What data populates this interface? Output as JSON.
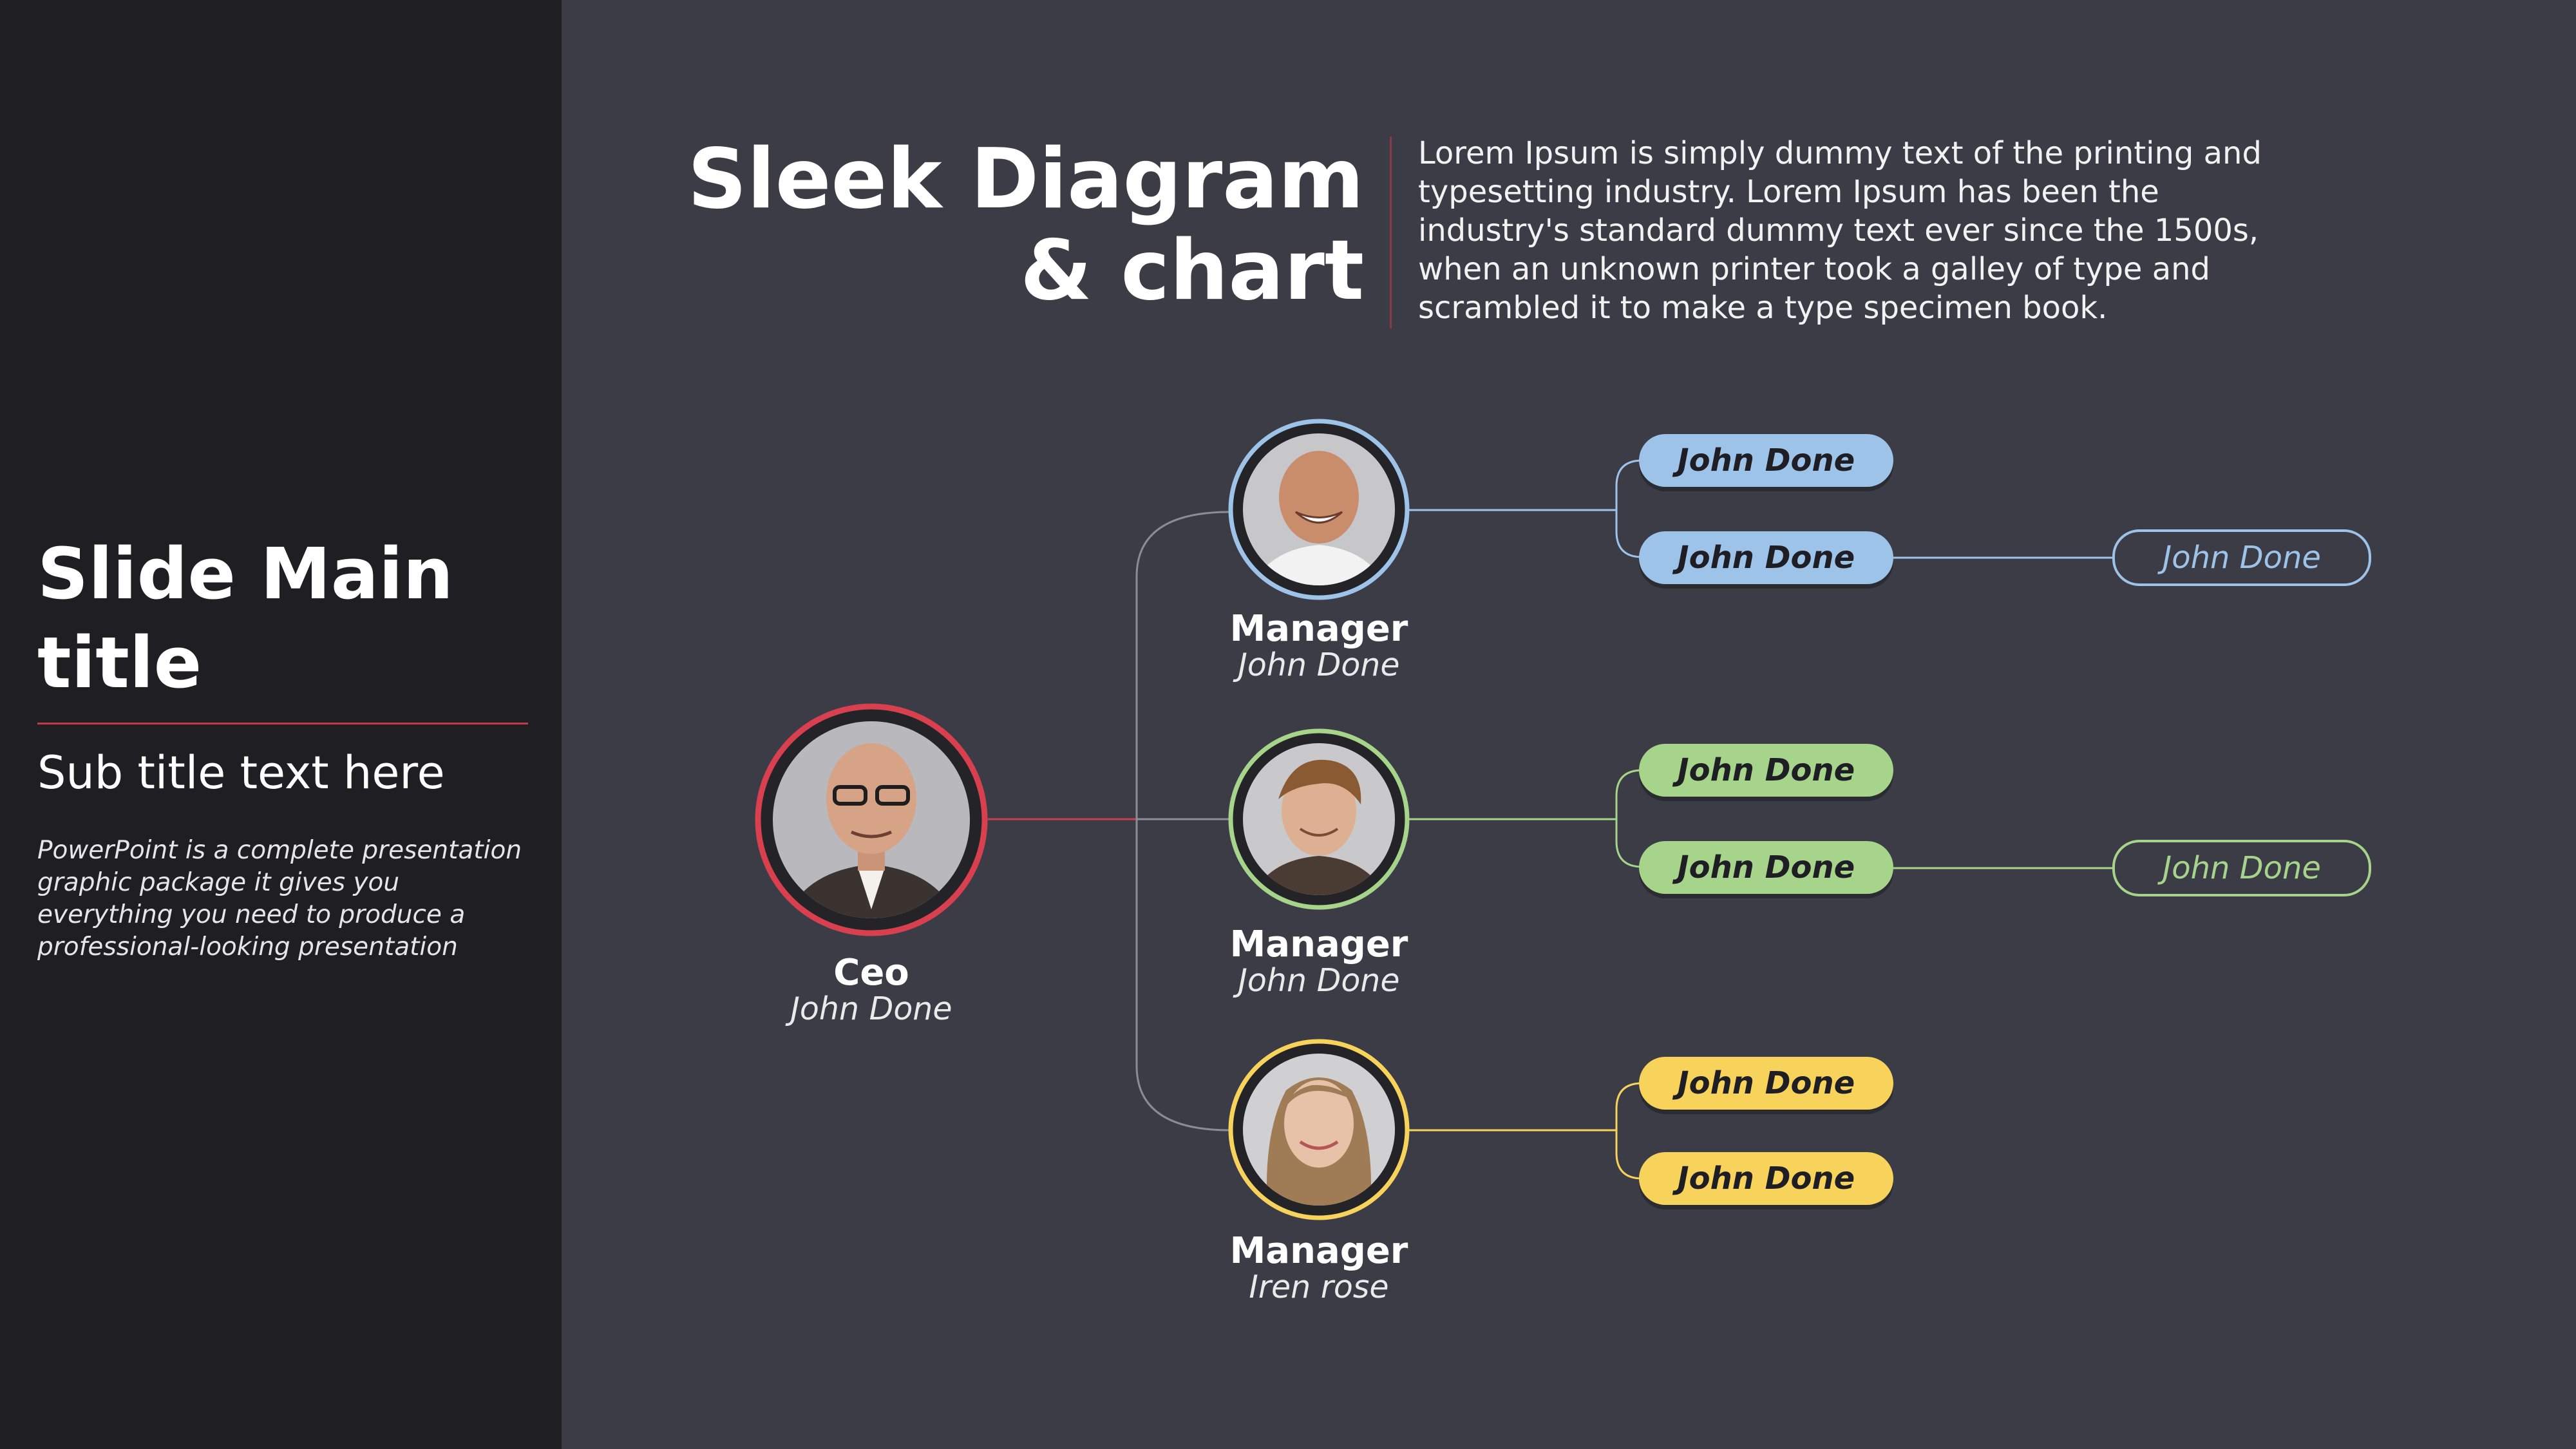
{
  "sidebar": {
    "title": "Slide Main title",
    "subtitle": "Sub title text here",
    "body": "PowerPoint is a complete presentation graphic package it gives you everything you need to produce a professional-looking presentation"
  },
  "header": {
    "title_line1": "Sleek Diagram",
    "title_line2": "& chart",
    "description": "Lorem Ipsum is simply dummy text of the printing and typesetting industry. Lorem Ipsum has been the industry's standard dummy text ever since the 1500s, when an unknown printer took a galley of type and scrambled it to make a type specimen book."
  },
  "colors": {
    "ceo": "#d8404f",
    "blue": "#9ec3e8",
    "green": "#a6d48a",
    "yellow": "#f7d35c",
    "connector": "#8c8c96"
  },
  "org": {
    "ceo": {
      "role": "Ceo",
      "name": "John Done",
      "photo_icon": "ceo-portrait"
    },
    "managers": [
      {
        "role": "Manager",
        "name": "John Done",
        "photo_icon": "manager-portrait",
        "color": "blue",
        "reports": [
          "John Done",
          "John Done"
        ],
        "sub_report": "John Done"
      },
      {
        "role": "Manager",
        "name": "John Done",
        "photo_icon": "manager-portrait",
        "color": "green",
        "reports": [
          "John Done",
          "John Done"
        ],
        "sub_report": "John Done"
      },
      {
        "role": "Manager",
        "name": "Iren rose",
        "photo_icon": "manager-portrait",
        "color": "yellow",
        "reports": [
          "John Done",
          "John Done"
        ]
      }
    ]
  }
}
